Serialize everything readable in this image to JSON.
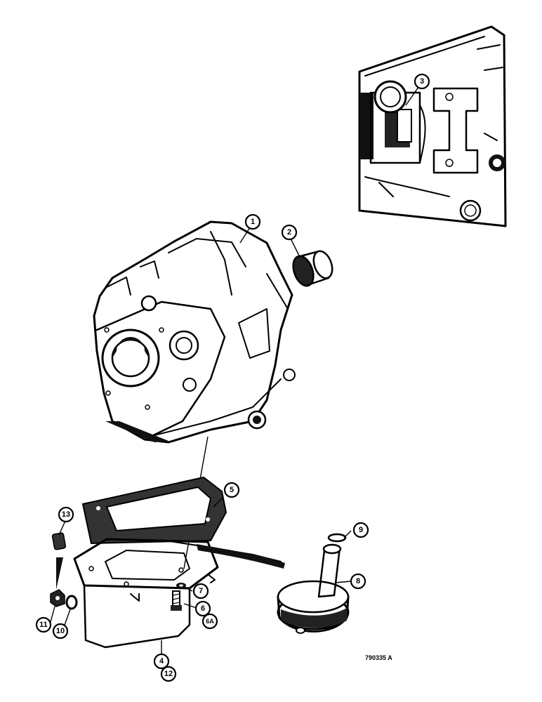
{
  "callouts": {
    "c1": "1",
    "c2": "2",
    "c3": "3",
    "c4": "4",
    "c5": "5",
    "c6": "6",
    "c6a": "6A",
    "c7": "7",
    "c8": "8",
    "c9": "9",
    "c10": "10",
    "c11": "11",
    "c12": "12",
    "c13": "13"
  },
  "reference_number": "790335 A"
}
